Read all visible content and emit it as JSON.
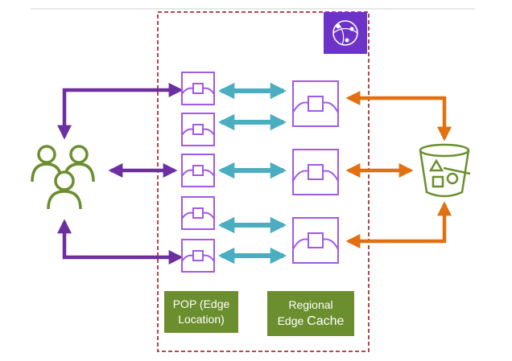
{
  "labels": {
    "pop": {
      "line1": "POP (Edge",
      "line2": "Location)"
    },
    "regional": {
      "line1": "Regional",
      "line2_a": "Edge ",
      "line2_b": "Cache"
    }
  },
  "colors": {
    "purple": "#6b2fa0",
    "pop_stroke": "#a259e6",
    "teal": "#4aaec0",
    "orange": "#e26f10",
    "green": "#6b8e2f",
    "dashed_border": "#b3494a",
    "service_icon_bg": "#6d33c9"
  },
  "icons": {
    "users": "users-group-icon",
    "bucket": "s3-bucket-icon",
    "service": "cloudfront-icon",
    "pop": "edge-location-icon",
    "regional": "regional-cache-icon"
  }
}
